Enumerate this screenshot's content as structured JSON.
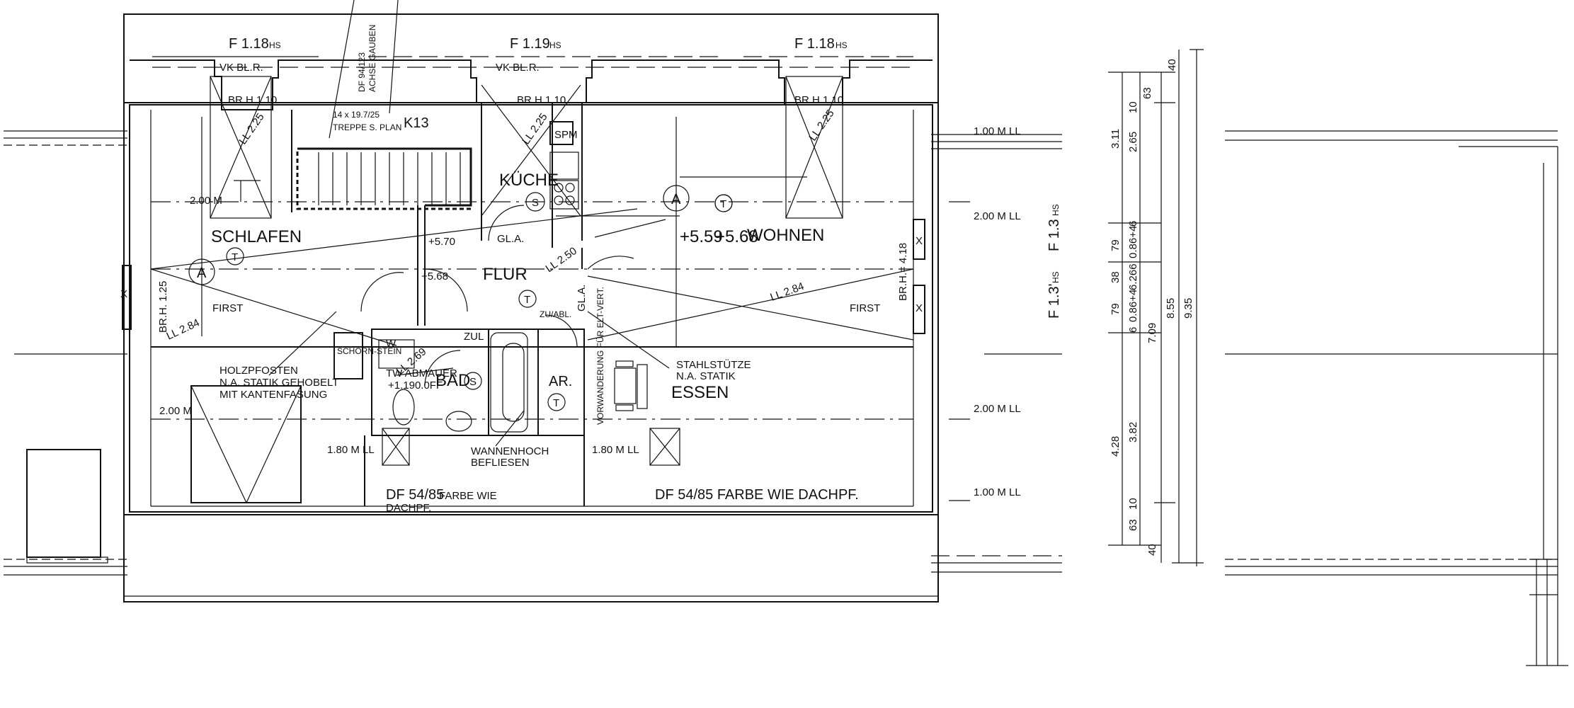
{
  "rooms": {
    "schlafen": "SCHLAFEN",
    "kueche": "KÜCHE",
    "flur": "FLUR",
    "wohnen": "WOHNEN",
    "essen": "ESSEN",
    "bad": "BAD",
    "ar": "AR."
  },
  "windows": {
    "f118_left": "F 1.18",
    "f119": "F 1.19",
    "f118_right": "F 1.18",
    "f13": "F 1.3",
    "f13b": "F 1.3'",
    "hs": "HS"
  },
  "notes": {
    "vkblr_left": "VK BL.R.",
    "vkblr_mid": "VK BL.R.",
    "brh110_left": "BR.H.1.10",
    "brh110_mid": "BR.H.1.10",
    "brh110_right": "BR.H.1.10",
    "ll225_left": "LL 2.25",
    "ll225_mid": "LL 2.25",
    "ll225_right": "LL 2.25",
    "df94": "DF 94/123",
    "achse": "ACHSE GAUBEN",
    "stair_size": "14 x 19.7/25",
    "treppe": "TREPPE S. PLAN",
    "k13": "K13",
    "spm": "SPM",
    "gla_kueche": "GL.A.",
    "gla_flur": "GL.A.",
    "level570": "+5.70",
    "level568_flur": "+5.68",
    "level559": "+5.59",
    "level568_wohnen": "+5.68",
    "ll250": "LL 2.50",
    "ll284_left": "LL 2.84",
    "ll284_right": "LL 2.84",
    "dim200_left": "2.00 M",
    "dim200_low": "2.00 M",
    "brh125": "BR.H. 1.25",
    "brh418": "BR.H.= 4.18",
    "first_left": "FIRST",
    "first_right": "FIRST",
    "zu_abl": "ZU/ABL.",
    "zul": "ZUL",
    "ll269": "LL 2.69",
    "schornstein": "SCHORN-STEIN",
    "holzpfosten_1": "HOLZPFOSTEN",
    "holzpfosten_2": "N.A. STATIK GEHOBELT",
    "holzpfosten_3": "MIT KANTENFASUNG",
    "tw_abmauer": "TW ABMAUER",
    "tw_level": "+1.190.0FF",
    "w": "W",
    "stahl_1": "STAHLSTÜTZE",
    "stahl_2": "N.A. STATIK",
    "vorwand": "VORWANDERUNG FÜR ELT-VERT.",
    "wanne_1": "WANNENHOCH",
    "wanne_2": "BEFLIESEN",
    "ll180_left": "1.80 M LL",
    "ll180_right": "1.80 M LL",
    "df5485_left_1": "DF 54/85",
    "df5485_left_2": "FARBE WIE",
    "df5485_left_3": "DACHPF.",
    "df5485_right": "DF 54/85 FARBE WIE DACHPF.",
    "ll100_top": "1.00 M LL",
    "ll200_top": "2.00 M LL",
    "ll200_mid": "2.00 M LL",
    "ll100_bot": "1.00 M LL",
    "sym_a": "A",
    "sym_t": "T",
    "sym_s": "S",
    "sym_x": "X"
  },
  "dimensions": {
    "d311": "3.11",
    "d265": "2.65",
    "d10_top": "10",
    "d63_top": "63",
    "d40_top": "40",
    "d6_a": "6",
    "d79_a": "79",
    "d086_a": "0.86+4",
    "d38": "38",
    "d6266": "6.266",
    "d79_b": "79",
    "d086_b": "0.86+4",
    "d6_b": "6",
    "d709": "7.09",
    "d855": "8.55",
    "d935": "9.35",
    "d428": "4.28",
    "d382": "3.82",
    "d10_bot": "10",
    "d63_bot": "63",
    "d40_bot": "40"
  }
}
